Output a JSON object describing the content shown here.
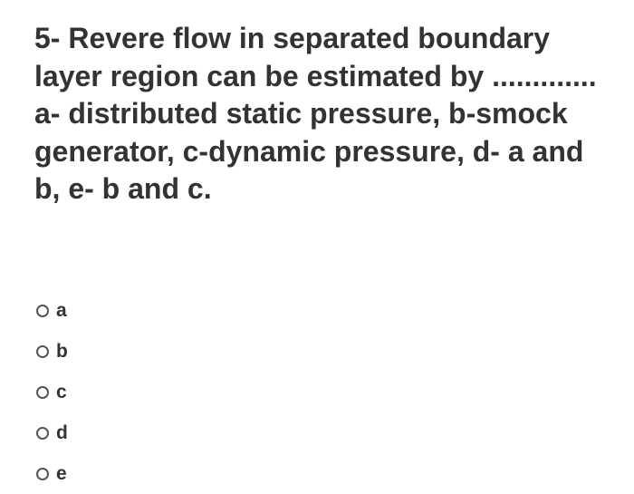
{
  "question": {
    "text": "5- Revere flow in separated boundary layer region can be estimated by ............. a- distributed static pressure, b-smock generator, c-dynamic pressure, d- a and b, e- b and c."
  },
  "options": [
    {
      "label": "a",
      "selected": false
    },
    {
      "label": "b",
      "selected": false
    },
    {
      "label": "c",
      "selected": false
    },
    {
      "label": "d",
      "selected": false
    },
    {
      "label": "e",
      "selected": false
    }
  ],
  "colors": {
    "text": "#333333",
    "radio_border": "#555555",
    "background": "#ffffff"
  }
}
